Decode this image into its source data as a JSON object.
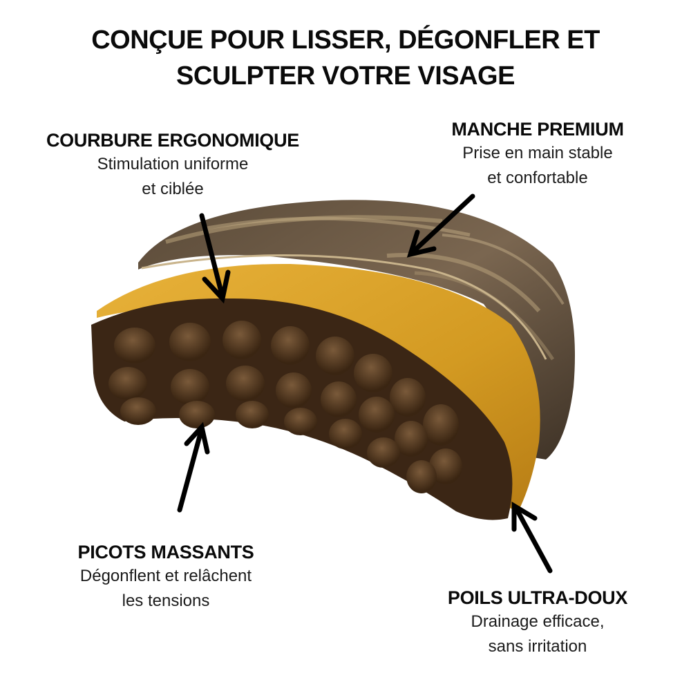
{
  "title": {
    "line1": "CONÇUE POUR LISSER, DÉGONFLER ET",
    "line2": "SCULPTER VOTRE VISAGE"
  },
  "callouts": [
    {
      "heading": "COURBURE ERGONOMIQUE",
      "line1": "Stimulation uniforme",
      "line2": "et ciblée"
    },
    {
      "heading": "MANCHE PREMIUM",
      "line1": "Prise en main stable",
      "line2": "et confortable"
    },
    {
      "heading": "PICOTS MASSANTS",
      "line1": "Dégonflent et relâchent",
      "line2": "les tensions"
    },
    {
      "heading": "POILS ULTRA-DOUX",
      "line1": "Drainage efficace,",
      "line2": "sans irritation"
    }
  ],
  "colors": {
    "wood_dark": "#4a3b2c",
    "wood_light": "#a8926e",
    "bristle_gold": "#d9a128",
    "bristle_brown": "#3b2615",
    "arrow": "#000000"
  }
}
